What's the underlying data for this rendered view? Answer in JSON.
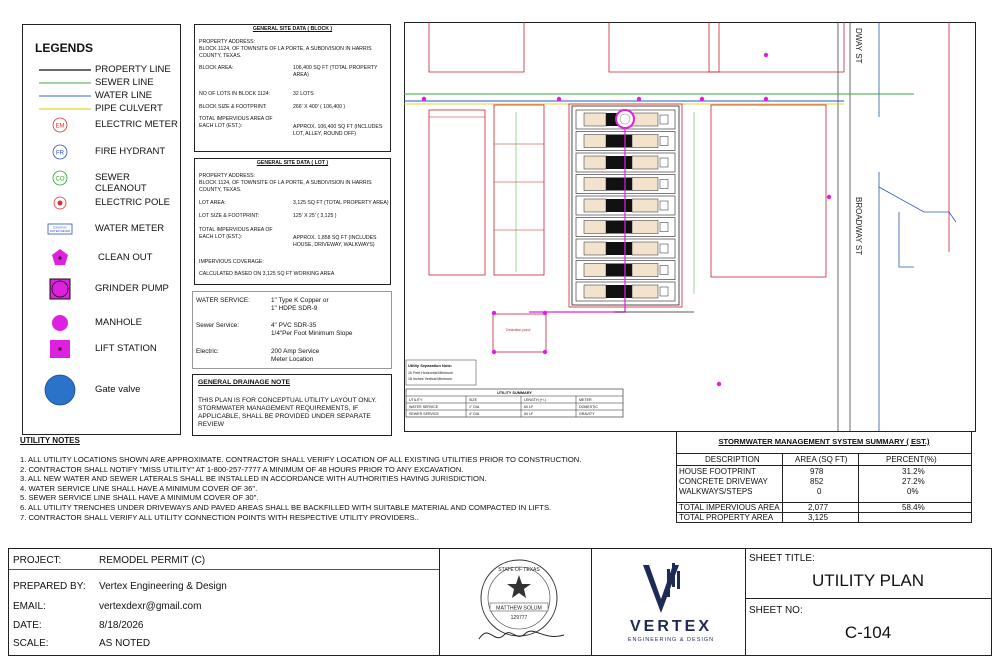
{
  "legend": {
    "title": "LEGENDS",
    "items": [
      {
        "label": "PROPERTY LINE",
        "icon": "property-line"
      },
      {
        "label": "SEWER LINE",
        "icon": "sewer-line"
      },
      {
        "label": "WATER LINE",
        "icon": "water-line"
      },
      {
        "label": "PIPE CULVERT",
        "icon": "pipe-culvert"
      },
      {
        "label": "ELECTRIC METER",
        "icon": "electric-meter",
        "symbol": "EM"
      },
      {
        "label": "FIRE HYDRANT",
        "icon": "fire-hydrant",
        "symbol": "FR"
      },
      {
        "label": "SEWER CLEANOUT",
        "icon": "sewer-cleanout",
        "symbol": "CO"
      },
      {
        "label": "ELECTRIC POLE",
        "icon": "electric-pole"
      },
      {
        "label": "WATER METER",
        "icon": "water-meter",
        "symbol": "EXISTING WATER METER"
      },
      {
        "label": "CLEAN OUT",
        "icon": "clean-out"
      },
      {
        "label": "GRINDER PUMP",
        "icon": "grinder-pump"
      },
      {
        "label": "MANHOLE",
        "icon": "manhole"
      },
      {
        "label": "LIFT STATION",
        "icon": "lift-station"
      },
      {
        "label": "Gate valve",
        "icon": "gate-valve"
      }
    ]
  },
  "site_block": {
    "title": "GENERAL SITE DATA ( BLOCK )",
    "address_label": "PROPERTY ADDRESS:",
    "address": "BLOCK 1124, OF TOWNSITE OF LA PORTE, A SUBDIVISION IN HARRIS COUNTY, TEXAS.",
    "area_label": "BLOCK AREA:",
    "area_value": "106,400 SQ FT (TOTAL PROPERTY AREA)",
    "lots_label": "NO OF LOTS IN BLOCK 1124:",
    "lots_value": "32 LOTS",
    "size_label": "BLOCK SIZE & FOOTPRINT:",
    "size_value": "266' X 400' ( 106,400 )",
    "imperv_label": "TOTAL IMPERVIOUS AREA OF EACH LOT (EST.):",
    "imperv_value": "APPROX. 106,400 SQ FT (INCLUDES LOT, ALLEY, ROUND OFF)"
  },
  "site_lot": {
    "title": "GENERAL SITE DATA ( LOT )",
    "address_label": "PROPERTY ADDRESS:",
    "address": "BLOCK 1124, OF TOWNSITE OF LA PORTE, A SUBDIVISION IN HARRIS COUNTY, TEXAS.",
    "area_label": "LOT AREA:",
    "area_value": "3,125 SQ FT (TOTAL PROPERTY AREA)",
    "size_label": "LOT SIZE & FOOTPRINT:",
    "size_value": "125' X 25' ( 3,125 )",
    "imperv_label": "TOTAL IMPERVIOUS AREA OF EACH LOT (EST.):",
    "imperv_value": "APPROX. 1,858 SQ FT (INCLUDES HOUSE, DRIVEWAY, WALKWAYS)",
    "coverage_label": "IMPERVIOUS COVERAGE:",
    "coverage_note": "CALCULATED BASED ON 3,125 SQ FT WORKING AREA"
  },
  "services": {
    "water_label": "WATER SERVICE:",
    "water_value_1": "1\" Type K Copper or",
    "water_value_2": "1\" HDPE SDR-9",
    "sewer_label": "Sewer Service:",
    "sewer_value_1": "4\" PVC SDR-35",
    "sewer_value_2": "1/4\"Per Foot Minimum Slope",
    "electric_label": "Electric:",
    "electric_value_1": "200 Amp Service",
    "electric_value_2": "Meter Location"
  },
  "drainage": {
    "title": "GENERAL DRAINAGE NOTE",
    "text": "THIS PLAN IS FOR CONCEPTUAL UTILITY LAYOUT ONLY. STORMWATER MANAGEMENT REQUIREMENTS, IF APPLICABLE, SHALL BE PROVIDED UNDER SEPARATE REVIEW"
  },
  "utility_notes": {
    "title": "UTILITY NOTES",
    "items": [
      "1. ALL UTILITY LOCATIONS SHOWN ARE APPROXIMATE. CONTRACTOR SHALL VERIFY LOCATION OF ALL EXISTING UTILITIES PRIOR TO CONSTRUCTION.",
      "2. CONTRACTOR SHALL NOTIFY \"MISS UTILITY\" AT 1-800-257-7777 A MINIMUM OF 48 HOURS PRIOR TO ANY EXCAVATION.",
      "3. ALL NEW WATER AND SEWER LATERALS SHALL BE INSTALLED IN ACCORDANCE WITH AUTHORITIES HAVING JURISDICTION.",
      "4. WATER SERVICE LINE SHALL HAVE A MINIMUM COVER OF 36\".",
      "5. SEWER SERVICE LINE SHALL HAVE A MINIMUM COVER OF 30\".",
      "6. ALL UTILITY TRENCHES UNDER DRIVEWAYS AND PAVED AREAS SHALL BE BACKFILLED WITH  SUITABLE MATERIAL AND COMPACTED IN LIFTS.",
      "7. CONTRACTOR SHALL VERIFY ALL UTILITY CONNECTION POINTS WITH RESPECTIVE UTILITY PROVIDERS.."
    ]
  },
  "plan": {
    "street_top": "DWAY ST",
    "street_right": "BROADWAY ST",
    "separation_title": "Utility Separation Note:",
    "separation_1": "10 Feet Horizontal Minimum",
    "separation_2": "18 Inches Vertical Minimum",
    "detention_label": "Detention pond",
    "utility_summary": {
      "title": "UTILITY SUMMARY",
      "headers": [
        "UTILITY",
        "SIZE",
        "LENGTH (+/-)",
        "METER"
      ],
      "rows": [
        [
          "WATER SERVICE",
          "1\" DIA",
          "60 LF",
          "DOMESTIC"
        ],
        [
          "SEWER SERVICE",
          "4\" DIA",
          "50 LF",
          "GRAVITY"
        ]
      ]
    }
  },
  "stormwater": {
    "title": "STORMWATER MANAGEMENT SYSTEM SUMMARY ( EST.)",
    "headers": [
      "DESCRIPTION",
      "AREA (SQ FT)",
      "PERCENT(%)"
    ],
    "rows": [
      {
        "desc": "HOUSE FOOTPRINT",
        "area": "978",
        "pct": "31.2%"
      },
      {
        "desc": "CONCRETE DRIVEWAY",
        "area": "852",
        "pct": "27.2%"
      },
      {
        "desc": "WALKWAYS/STEPS",
        "area": "0",
        "pct": "0%"
      }
    ],
    "total_imperv": {
      "desc": "TOTAL IMPERVIOUS AREA",
      "area": "2,077",
      "pct": "58.4%"
    },
    "total_prop": {
      "desc": "TOTAL PROPERTY  AREA",
      "area": "3,125",
      "pct": ""
    }
  },
  "title_block": {
    "project_label": "PROJECT:",
    "project_value": "REMODEL PERMIT (C)",
    "prepared_label": "PREPARED BY:",
    "prepared_value": "Vertex Engineering & Design",
    "email_label": "EMAIL:",
    "email_value": "vertexdexr@gmail.com",
    "date_label": "DATE:",
    "date_value": "8/18/2026",
    "scale_label": "SCALE:",
    "scale_value": "AS NOTED",
    "sheet_title_label": "SHEET TITLE:",
    "sheet_title": "UTILITY PLAN",
    "sheet_no_label": "SHEET NO:",
    "sheet_no": "C-104",
    "logo_text": "VERTEX",
    "logo_sub": "ENGINEERING & DESIGN",
    "seal_top": "STATE OF TEXAS",
    "seal_name": "MATTHEW SOLUM",
    "seal_no": "129777"
  }
}
